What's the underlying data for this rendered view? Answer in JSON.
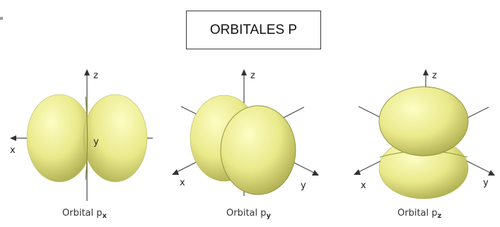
{
  "title": "ORBITALES P",
  "colors": {
    "lobe_light": "#fdfdc4",
    "lobe_mid": "#e9e98a",
    "lobe_dark": "#a8a84c",
    "axis": "#4a4a4a"
  },
  "orbitals": [
    {
      "caption_main": "Orbital p",
      "caption_sub": "x",
      "axis_labels": {
        "z": "z",
        "x": "x",
        "y": "y"
      }
    },
    {
      "caption_main": "Orbital p",
      "caption_sub": "y",
      "axis_labels": {
        "z": "z",
        "x": "x",
        "y": "y"
      }
    },
    {
      "caption_main": "Orbital p",
      "caption_sub": "z",
      "axis_labels": {
        "z": "z",
        "x": "x",
        "y": "y"
      }
    }
  ]
}
